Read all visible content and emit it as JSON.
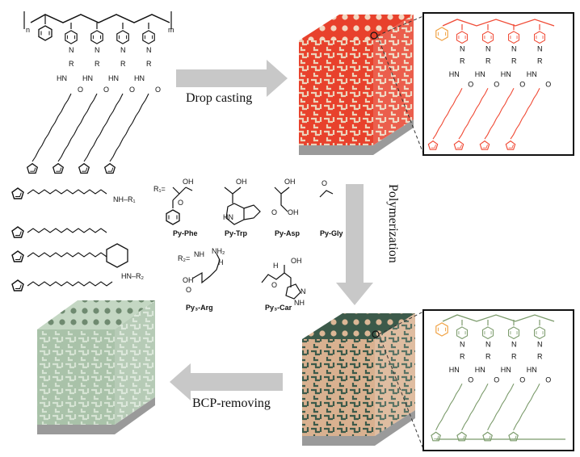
{
  "steps": {
    "drop_casting": "Drop casting",
    "polymerization": "Polymerization",
    "bcp_removing": "BCP-removing"
  },
  "polymer": {
    "subscript_n": "n",
    "subscript_m": "m",
    "pendant_atoms": {
      "N": "N",
      "R": "R",
      "HN": "HN",
      "O": "O"
    }
  },
  "monomers": {
    "r1_label": "R₁=",
    "r2_label": "R₂=",
    "nh_r1": "NH–R₁",
    "hn_r2": "HN–R₂",
    "py_phe": "Py-Phe",
    "py_trp": "Py-Trp",
    "py_asp": "Py-Asp",
    "py_gly": "Py-Gly",
    "py3_arg": "Py₃-Arg",
    "py3_car": "Py₃-Car",
    "groups": {
      "OH": "OH",
      "O": "O",
      "HN": "HN",
      "NH": "NH",
      "NH2": "NH₂",
      "N": "N",
      "H": "H",
      "NHH": "NH"
    }
  },
  "colors": {
    "arrow": "#c8c8c8",
    "red_phase": "#e8412c",
    "beige_phase": "#e6c9a8",
    "dark_green_phase": "#3c5a4a",
    "tan_phase": "#d9b190",
    "light_green_film": "#b9cfb9",
    "substrate": "#9a9a9a",
    "red_chain": "#f04a35",
    "green_chain": "#7a9a6a",
    "orange_styrene": "#f0a040"
  }
}
